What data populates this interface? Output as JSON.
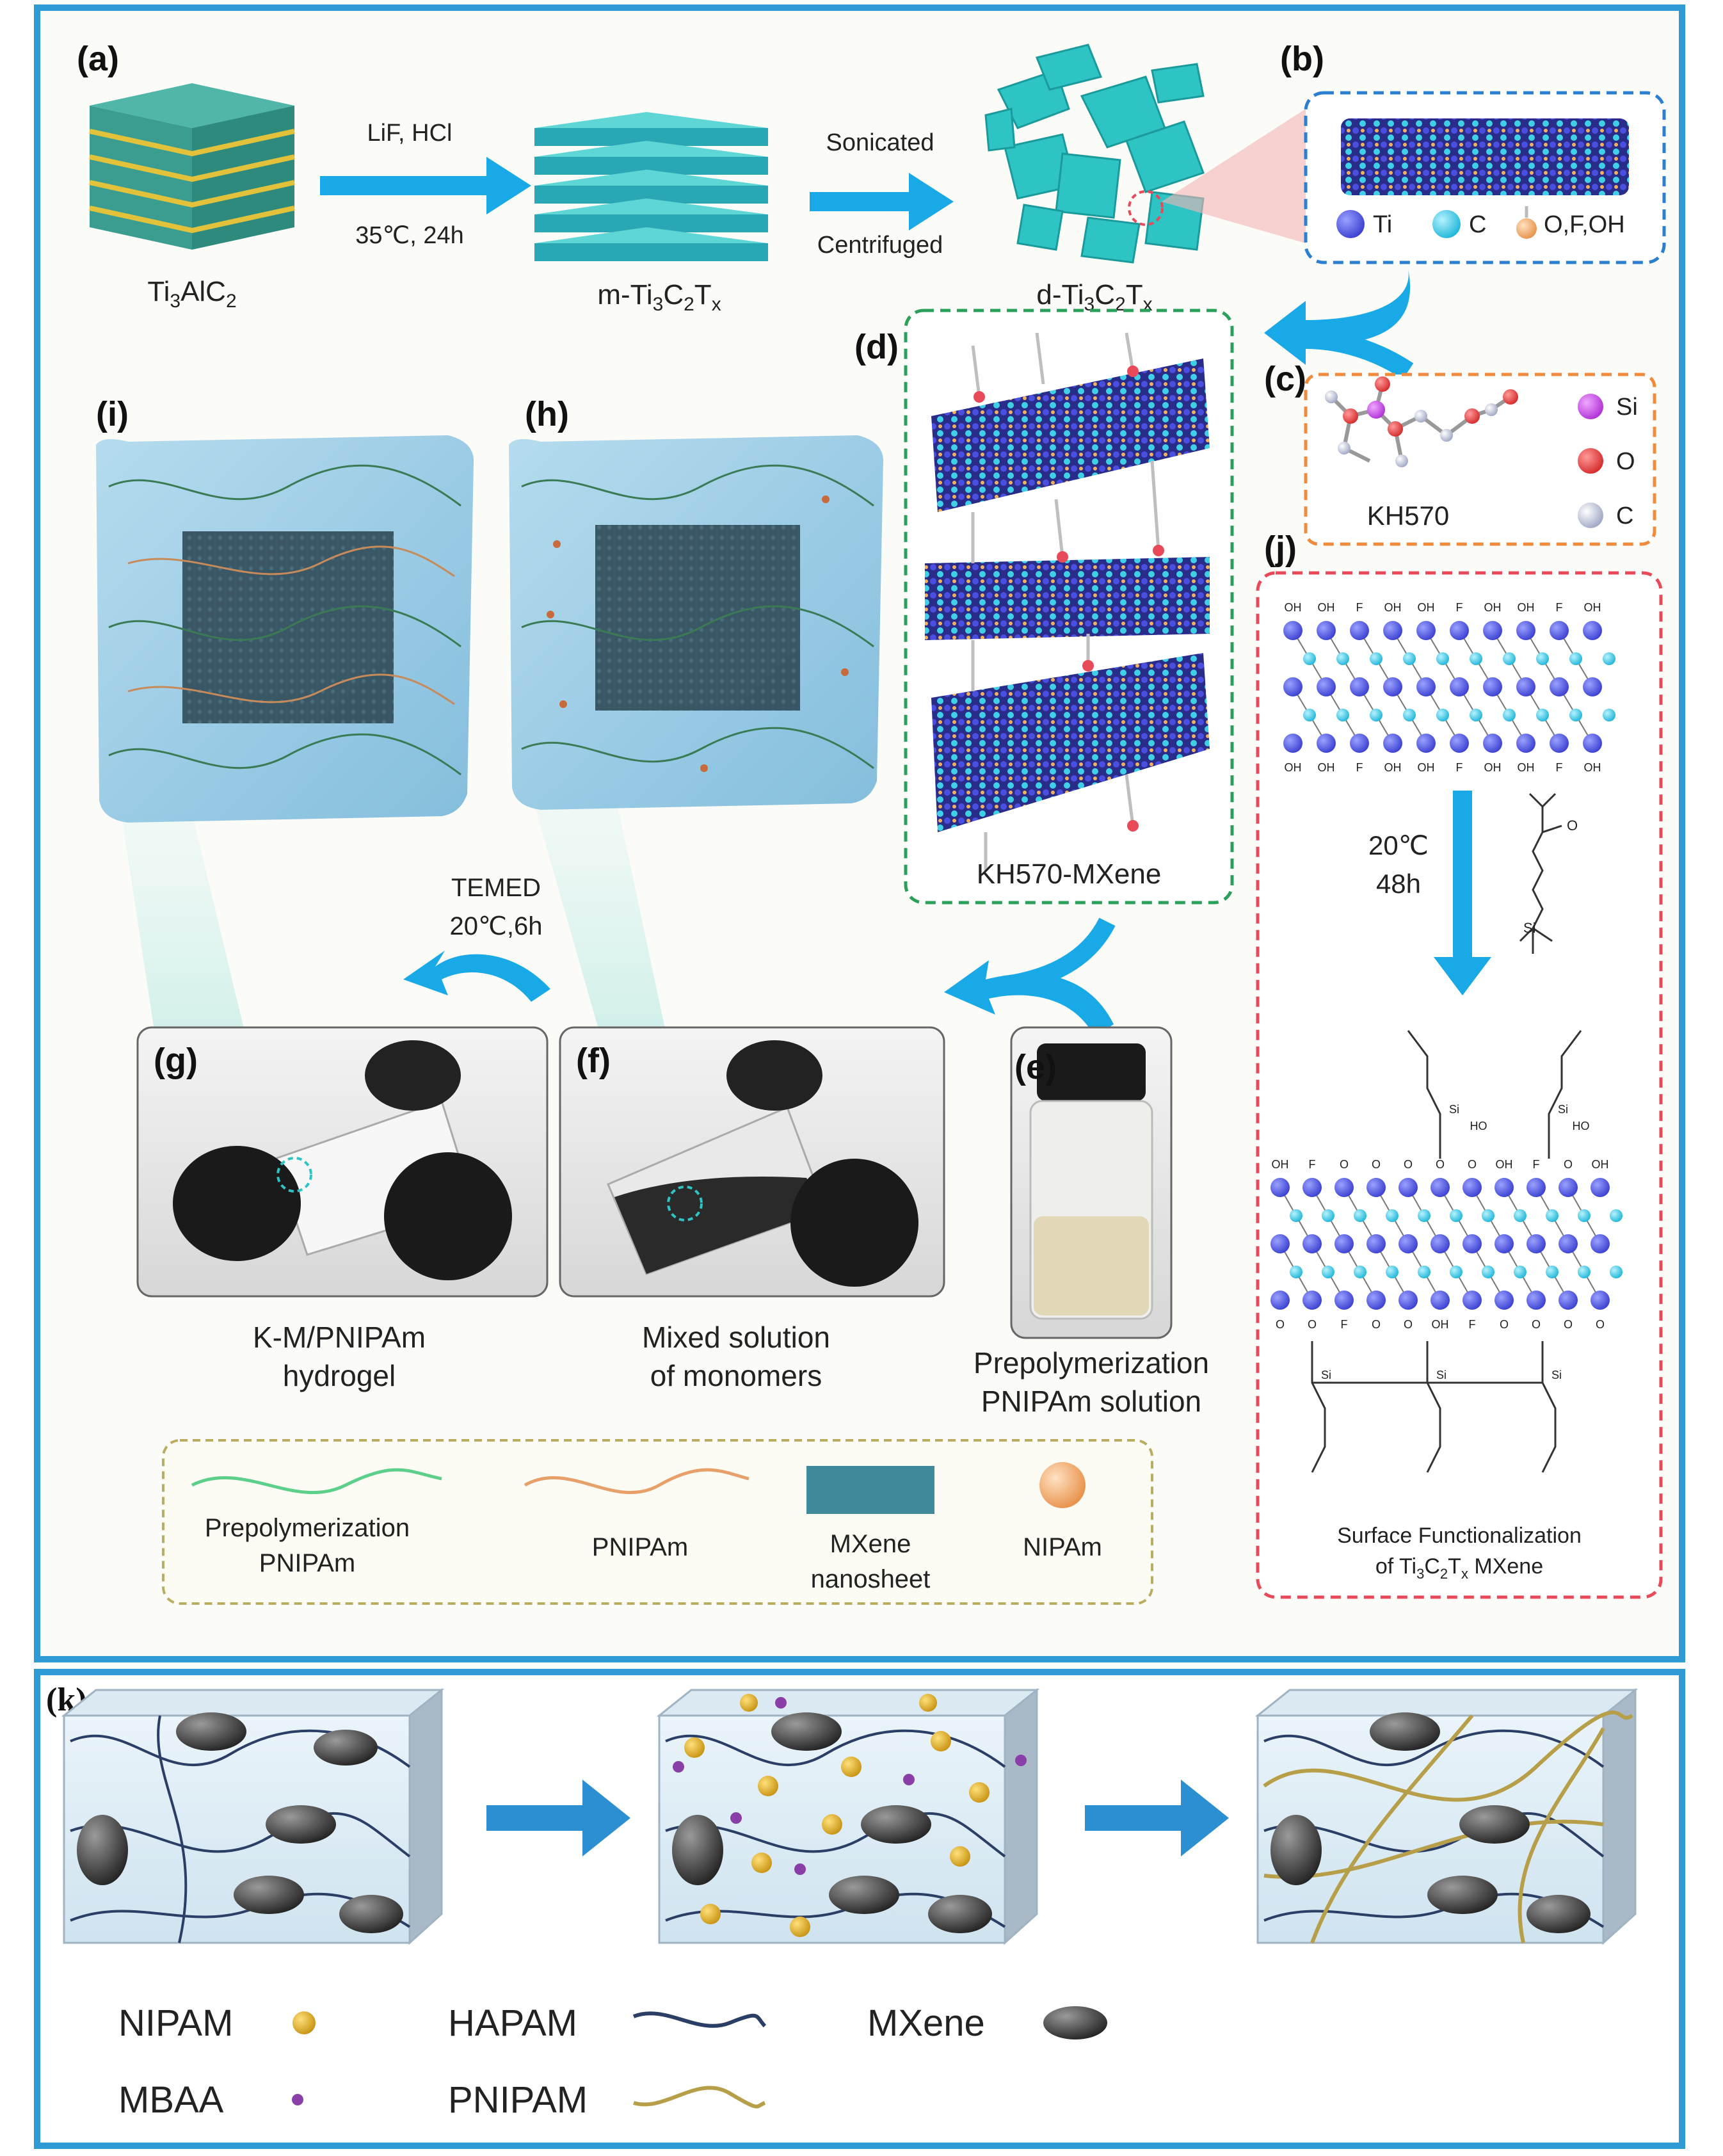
{
  "panels": {
    "a": "(a)",
    "b": "(b)",
    "c": "(c)",
    "d": "(d)",
    "e": "(e)",
    "f": "(f)",
    "g": "(g)",
    "h": "(h)",
    "i": "(i)",
    "j": "(j)",
    "k": "(k)"
  },
  "top_flow": {
    "step1_reagent": "LiF, HCl",
    "step1_condition": "35℃, 24h",
    "step2_top": "Sonicated",
    "step2_bottom": "Centrifuged",
    "ti3alc2": {
      "base": "Ti",
      "s1": "3",
      "mid": "AlC",
      "s2": "2"
    },
    "m_mxene": {
      "base": "m-Ti",
      "s1": "3",
      "mid": "C",
      "s2": "2",
      "end": "T",
      "s3": "x"
    },
    "d_mxene": {
      "base": "d-Ti",
      "s1": "3",
      "mid": "C",
      "s2": "2",
      "end": "T",
      "s3": "x"
    }
  },
  "legend_b": {
    "ti": "Ti",
    "c": "C",
    "ofoh": "O,F,OH"
  },
  "legend_c": {
    "si": "Si",
    "o": "O",
    "c": "C",
    "name": "KH570"
  },
  "panel_d_caption": "KH570-MXene",
  "panel_j": {
    "condition_temp": "20℃",
    "condition_time": "48h",
    "caption_line1": "Surface Functionalization",
    "caption_line2_a": "of Ti",
    "caption_line2_s1": "3",
    "caption_line2_b": "C",
    "caption_line2_s2": "2",
    "caption_line2_c": "T",
    "caption_line2_s3": "x",
    "caption_line2_d": " MXene",
    "group_oh": "OH",
    "group_f": "F",
    "group_o": "O",
    "group_si": "Si",
    "group_ho": "HO"
  },
  "temed": {
    "line1": "TEMED",
    "line2": "20℃,6h"
  },
  "captions": {
    "g_line1": "K-M/PNIPAm",
    "g_line2": "hydrogel",
    "f_line1": "Mixed solution",
    "f_line2": "of monomers",
    "e_line1": "Prepolymerization",
    "e_line2": "PNIPAm solution"
  },
  "legend_mid": {
    "prepoly_line1": "Prepolymerization",
    "prepoly_line2": "PNIPAm",
    "pnipam": "PNIPAm",
    "mxene_line1": "MXene",
    "mxene_line2": "nanosheet",
    "nipam": "NIPAm"
  },
  "legend_k": {
    "nipam": "NIPAM",
    "mbaa": "MBAA",
    "hapam": "HAPAM",
    "pnipam": "PNIPAM",
    "mxene": "MXene"
  },
  "colors": {
    "frame": "#2e9bd6",
    "arrow": "#18a9e6",
    "arrow_k": "#2b8fd1",
    "teal": "#2ec4c4",
    "dash_blue": "#2a7fd0",
    "dash_green": "#2aa05a",
    "dash_orange": "#f08a3c",
    "dash_red": "#e84a5a",
    "dash_olive": "#b9ad62",
    "gel_blue": "#8ec6e2",
    "nipam_gold": "#d9a81e",
    "mbaa_purple": "#8a3fa8",
    "hapam_navy": "#2b3f66",
    "pnipam_olive": "#b79f4a"
  }
}
